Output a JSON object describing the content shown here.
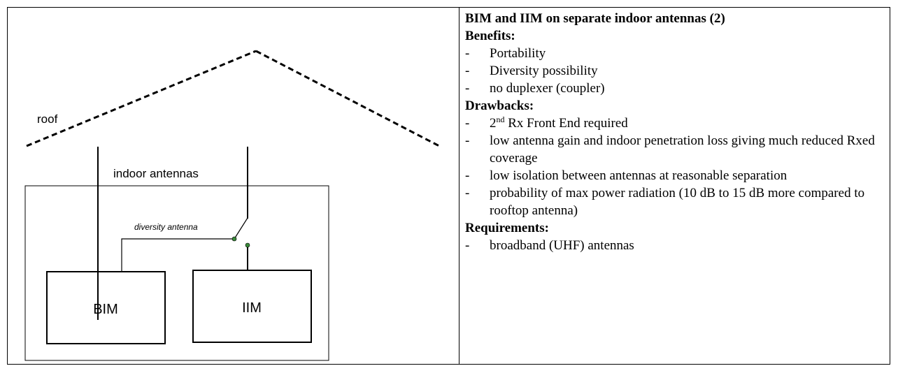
{
  "diagram": {
    "roof_label": "roof",
    "indoor_antennas_label": "indoor antennas",
    "diversity_antenna_label": "diversity antenna",
    "bim_label": "BIM",
    "iim_label": "IIM"
  },
  "panel": {
    "title": "BIM and IIM on separate indoor antennas (2)",
    "benefits_heading": "Benefits:",
    "benefits": [
      "Portability",
      "Diversity possibility",
      "no duplexer (coupler)"
    ],
    "drawbacks_heading": "Drawbacks:",
    "drawback_rx_prefix": "2",
    "drawback_rx_sup": "nd",
    "drawback_rx_rest": " Rx Front End required",
    "drawbacks": [
      "low antenna gain and indoor penetration loss giving much reduced Rxed coverage",
      "low isolation between antennas at reasonable separation",
      "probability of max power radiation (10 dB to 15 dB more compared to rooftop antenna)"
    ],
    "requirements_heading": "Requirements:",
    "requirements": [
      "broadband (UHF) antennas"
    ]
  },
  "colors": {
    "line": "#000000",
    "dot": "#3a8a3a",
    "background": "#ffffff"
  }
}
